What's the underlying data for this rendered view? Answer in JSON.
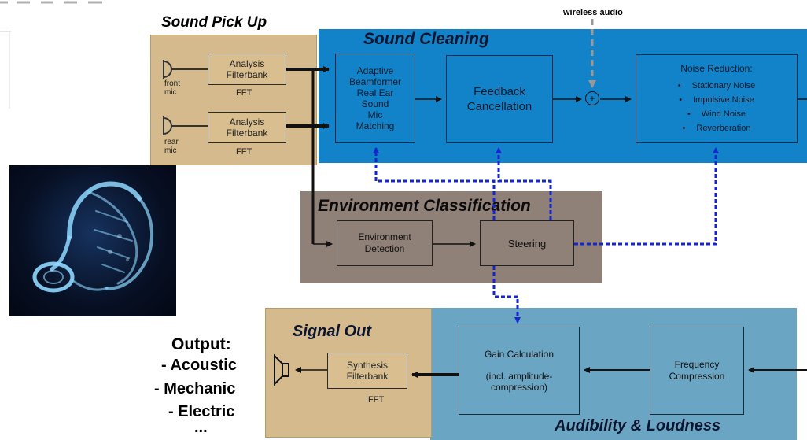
{
  "colors": {
    "sound_pickup": "#d4ba8c",
    "sound_cleaning": "#1283c8",
    "environment": "#8f8078",
    "signal_out": "#d4ba8c",
    "audibility": "#6aa6c4",
    "dashed_link": "#1526d0"
  },
  "sound_pickup": {
    "title": "Sound Pick Up",
    "front": {
      "mic_label": "front\nmic",
      "filterbank": "Analysis\nFilterbank",
      "fft": "FFT"
    },
    "rear": {
      "mic_label": "rear\nmic",
      "filterbank": "Analysis\nFilterbank",
      "fft": "FFT"
    }
  },
  "sound_cleaning": {
    "title": "Sound Cleaning",
    "wireless": "wireless audio",
    "adaptive": "Adaptive\nBeamformer\nReal Ear\nSound\nMic\nMatching",
    "feedback": "Feedback\nCancellation",
    "sum_symbol": "+",
    "noise_title": "Noise Reduction:",
    "noise_items": [
      "Stationary Noise",
      "Impulsive Noise",
      "Wind Noise",
      "Reverberation"
    ],
    "bullet": "•"
  },
  "environment": {
    "title": "Environment Classification",
    "detection": "Environment\nDetection",
    "steering": "Steering"
  },
  "signal_out": {
    "title": "Signal Out",
    "synthesis": "Synthesis\nFilterbank",
    "ifft": "IFFT"
  },
  "audibility": {
    "title": "Audibility & Loudness",
    "gain": "Gain Calculation\n\n(incl. amplitude-\ncompression)",
    "frequency": "Frequency\nCompression"
  },
  "output": {
    "heading": "Output:",
    "items": [
      "- Acoustic",
      "- Mechanic",
      "- Electric"
    ],
    "more": "..."
  },
  "photo": {
    "icon": "hearing-aid-icon"
  }
}
